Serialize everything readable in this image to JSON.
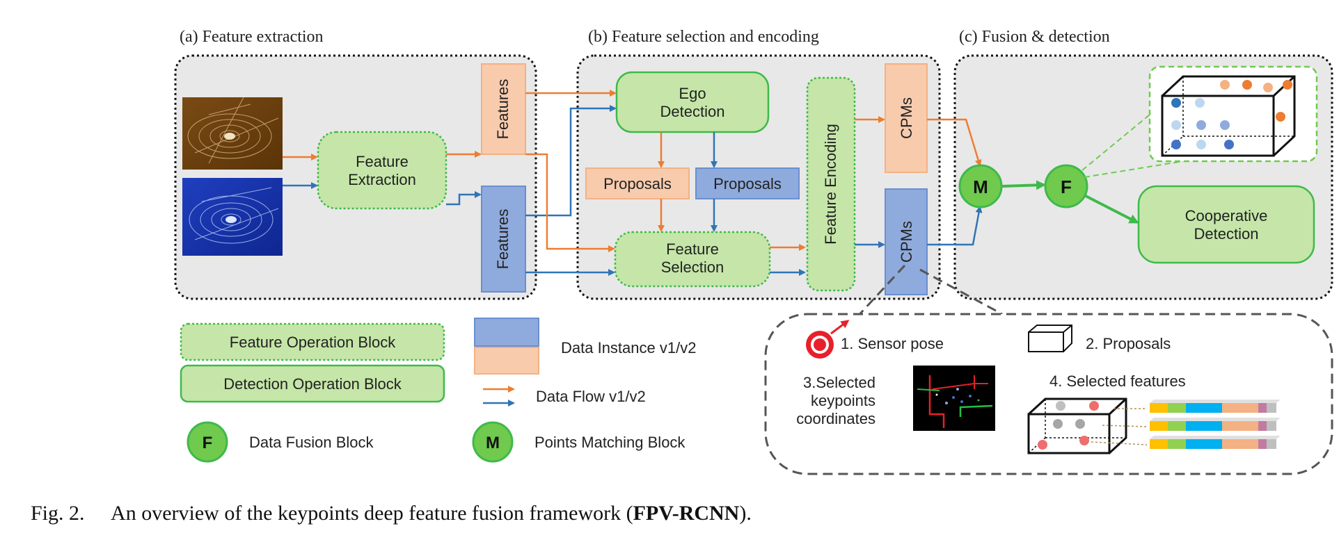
{
  "sections": {
    "a": "(a) Feature extraction",
    "b": "(b) Feature selection and encoding",
    "c": "(c) Fusion & detection"
  },
  "blocks": {
    "feature_extraction": [
      "Feature",
      "Extraction"
    ],
    "features_v1": "Features",
    "features_v2": "Features",
    "ego_detection": [
      "Ego",
      "Detection"
    ],
    "proposals_v1": "Proposals",
    "proposals_v2": "Proposals",
    "feature_selection": [
      "Feature",
      "Selection"
    ],
    "feature_encoding": "Feature Encoding",
    "cpms_v1": "CPMs",
    "cpms_v2": "CPMs",
    "matching_letter": "M",
    "fusion_letter": "F",
    "cooperative_detection": [
      "Cooperative",
      "Detection"
    ]
  },
  "legend": {
    "feature_op": "Feature Operation Block",
    "detection_op": "Detection Operation Block",
    "data_instance": "Data Instance v1/v2",
    "data_flow": "Data Flow v1/v2",
    "fusion_letter": "F",
    "fusion_label": "Data Fusion Block",
    "matching_letter": "M",
    "matching_label": "Points Matching Block"
  },
  "cpm_contents": {
    "sensor_pose": "1. Sensor pose",
    "proposals": "2. Proposals",
    "keypoints": [
      "3.Selected",
      "keypoints",
      "coordinates"
    ],
    "selected_features": "4.  Selected features"
  },
  "caption": {
    "label": "Fig. 2.",
    "text": "An overview of the keypoints deep feature fusion framework (",
    "bold": "FPV-RCNN",
    "end": ")."
  },
  "colors": {
    "orange_flow": "#ed7d31",
    "blue_flow": "#2e75b6",
    "green_block": "#c5e6a8",
    "green_border": "#3fb94a",
    "orange_block": "#f8cbad",
    "blue_block": "#8faadc",
    "panel_bg": "#e8e8e8"
  }
}
